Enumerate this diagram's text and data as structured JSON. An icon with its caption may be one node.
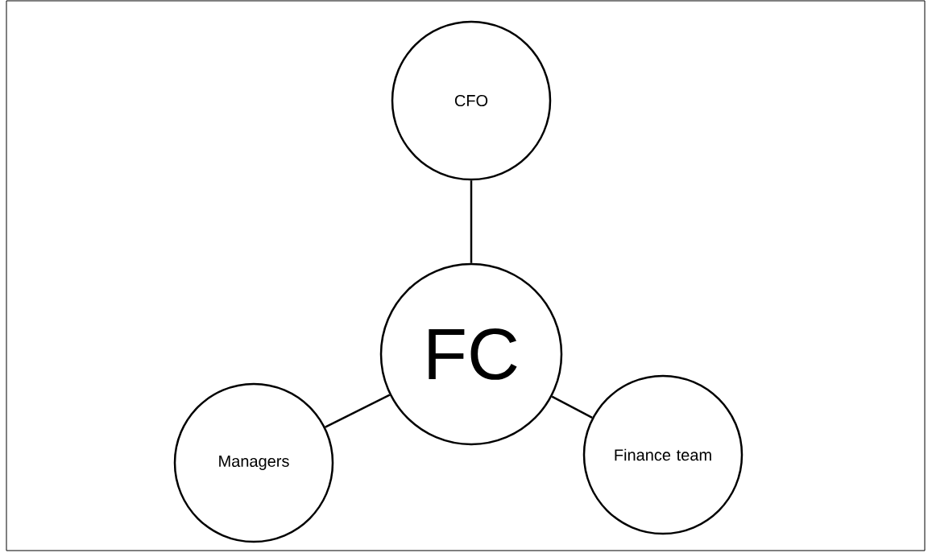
{
  "diagram": {
    "nodes": [
      {
        "text": [
          "CFO"
        ]
      },
      {
        "text": [
          "FC"
        ]
      },
      {
        "text": [
          "Managers"
        ]
      },
      {
        "text": [
          "Finance team"
        ]
      }
    ],
    "edges": [
      {
        "from": 1,
        "to": 0,
        "arrow": "none"
      },
      {
        "from": 1,
        "to": 2,
        "arrow": "none"
      },
      {
        "from": 1,
        "to": 3,
        "arrow": "none"
      }
    ]
  }
}
